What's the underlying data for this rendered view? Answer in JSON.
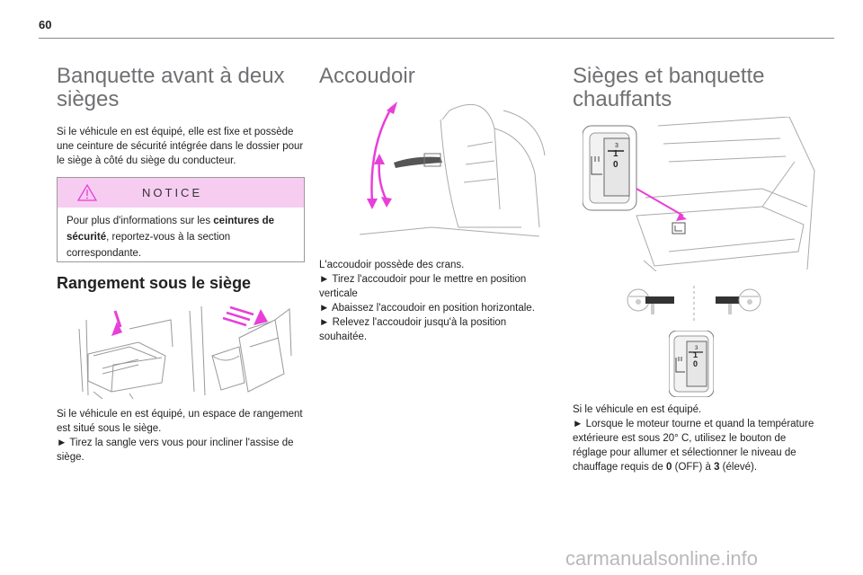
{
  "page_number": "60",
  "col1": {
    "title": "Banquette avant à deux sièges",
    "intro": "Si le véhicule en est équipé, elle est fixe et possède une ceinture de sécurité intégrée dans le dossier pour le siège à côté du siège du conducteur.",
    "notice": {
      "title": "NOTICE",
      "body_before": "Pour plus d'informations sur les ",
      "body_bold": "ceintures de sécurité",
      "body_after": ", reportez-vous à la section correspondante."
    },
    "section_title": "Rangement sous le siège",
    "section_text": "Si le véhicule en est équipé, un espace de rangement est situé sous le siège.",
    "section_step": "► Tirez la sangle vers vous pour incliner l'assise de siège."
  },
  "col2": {
    "title": "Accoudoir",
    "intro": "L'accoudoir possède des crans.",
    "steps": [
      "► Tirez l'accoudoir pour le mettre en position verticale",
      "► Abaissez l'accoudoir en position horizontale.",
      "► Relevez l'accoudoir jusqu'à la position souhaitée."
    ]
  },
  "col3": {
    "title": "Sièges et banquette chauffants",
    "switch_labels": {
      "top": "3",
      "mid": "1",
      "low": "0"
    },
    "intro": "Si le véhicule en est équipé.",
    "step_before": "► Lorsque le moteur tourne et quand la température extérieure est sous 20° C, utilisez le bouton de réglage pour allumer et sélectionner le niveau de chauffage requis de ",
    "step_bold1": "0",
    "step_mid": " (OFF) à ",
    "step_bold2": "3",
    "step_after": " (élevé)."
  },
  "watermark": "carmanualsonline.info",
  "colors": {
    "accent": "#e83fd9",
    "notice_bg": "#f6cdf1",
    "heading_gray": "#6f7073"
  },
  "icons": [
    "warning-icon",
    "seat-heater-icon",
    "steering-wheel-icon"
  ]
}
